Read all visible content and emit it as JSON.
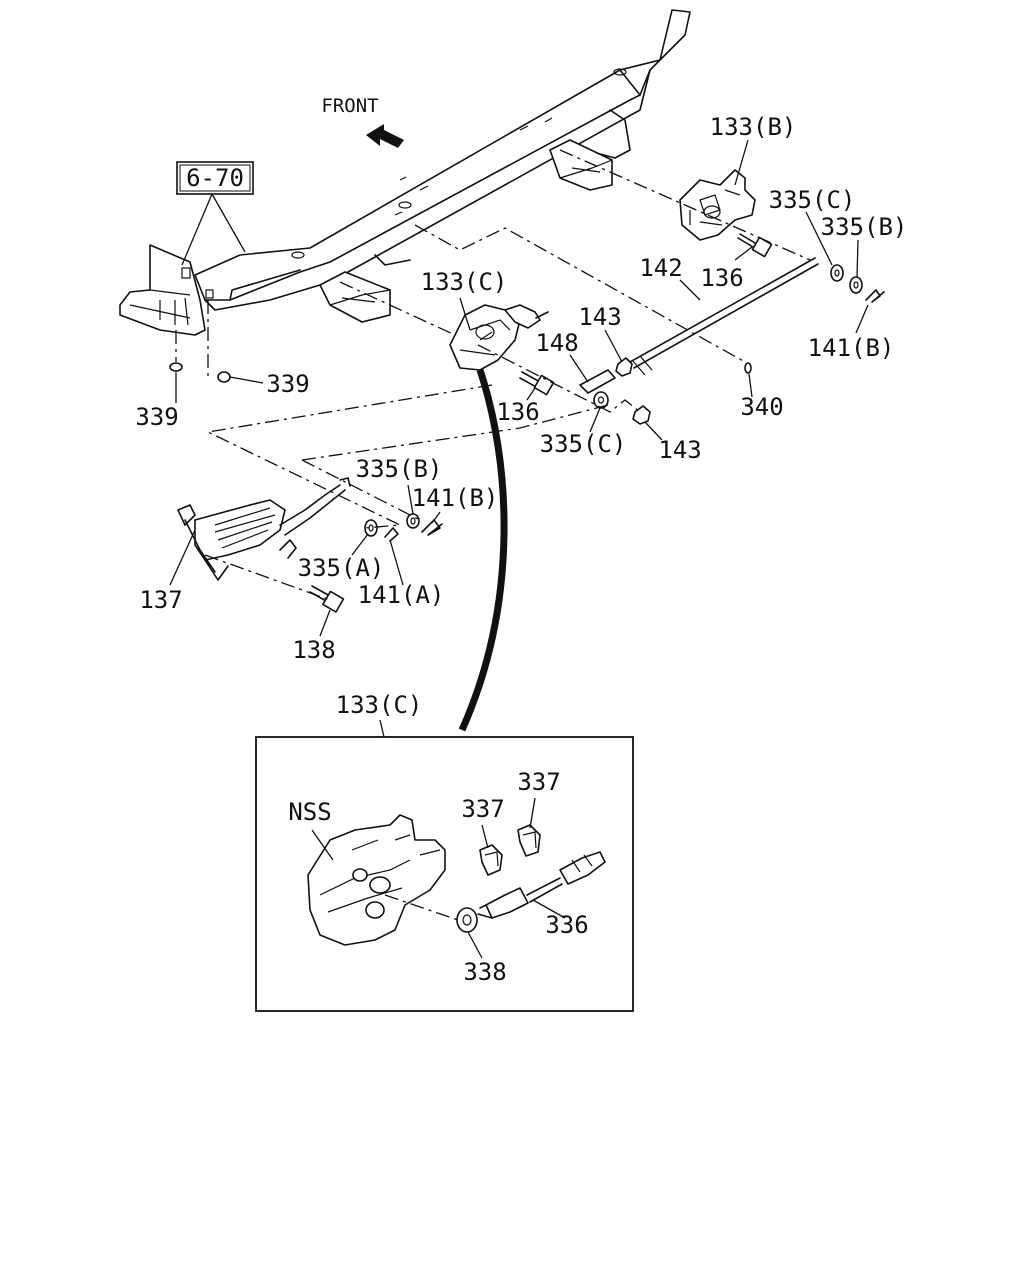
{
  "front_label": "FRONT",
  "ref_box": "6-70",
  "callouts": {
    "c_133b": "133(B)",
    "c_133c_top": "133(C)",
    "c_335c_right": "335(C)",
    "c_335b_right": "335(B)",
    "c_142": "142",
    "c_136_right": "136",
    "c_143_top": "143",
    "c_148": "148",
    "c_141b_right": "141(B)",
    "c_339_right": "339",
    "c_339_left": "339",
    "c_136_mid": "136",
    "c_340": "340",
    "c_335c_mid": "335(C)",
    "c_143_bottom": "143",
    "c_335b_left": "335(B)",
    "c_141b_left": "141(B)",
    "c_335a": "335(A)",
    "c_141a": "141(A)",
    "c_137": "137",
    "c_138": "138",
    "c_133c_detail": "133(C)",
    "c_nss": "NSS",
    "c_337_left": "337",
    "c_337_right": "337",
    "c_336": "336",
    "c_338": "338"
  }
}
